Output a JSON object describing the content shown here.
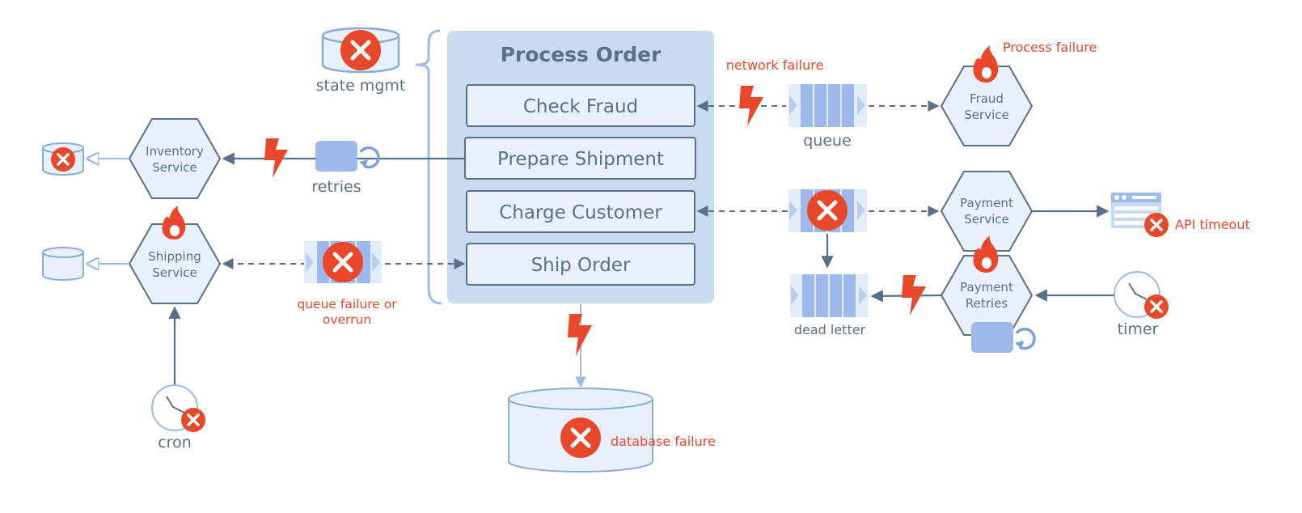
{
  "colors": {
    "slate": "#5a7088",
    "slate_dark": "#4a5f75",
    "box_fill": "#e7f0fb",
    "box_stroke": "#5a7088",
    "panel_fill": "#c9dbee",
    "queue_fill": "#9db8ea",
    "queue_bg": "#e3ecf9",
    "error_red": "#e8472a",
    "pale_blue": "#9cbbe6",
    "pale_stroke": "#8aabd3"
  },
  "process_order": {
    "title": "Process Order",
    "steps": [
      "Check Fraud",
      "Prepare Shipment",
      "Charge Customer",
      "Ship Order"
    ]
  },
  "state": {
    "label": "state mgmt"
  },
  "services": {
    "inventory": [
      "Inventory",
      "Service"
    ],
    "shipping": [
      "Shipping",
      "Service"
    ],
    "fraud": [
      "Fraud",
      "Service"
    ],
    "payment": [
      "Payment",
      "Service"
    ],
    "payment_retries": [
      "Payment",
      "Retries"
    ]
  },
  "labels": {
    "retries": "retries",
    "queue": "queue",
    "dead_letter": "dead letter",
    "cron": "cron",
    "timer": "timer"
  },
  "failures": {
    "network": "network failure",
    "process": "Process failure",
    "api_timeout": "API timeout",
    "queue_failure_line1": "queue failure or",
    "queue_failure_line2": "overrun",
    "database": "database failure"
  },
  "icons": [
    "error-x-icon",
    "lightning-bolt-icon",
    "flame-icon",
    "clock-icon",
    "retry-icon",
    "queue-icon",
    "database-icon",
    "api-window-icon"
  ]
}
